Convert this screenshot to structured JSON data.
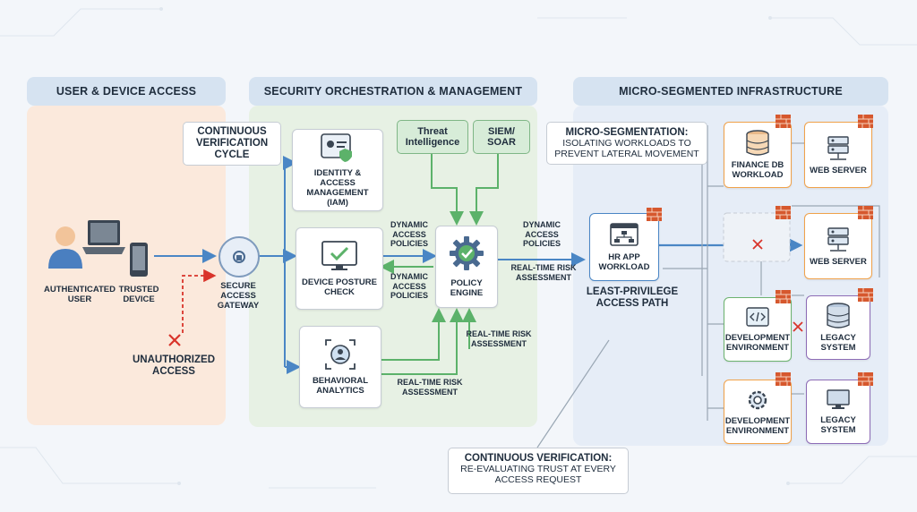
{
  "panels": {
    "user_access": "USER & DEVICE ACCESS",
    "orchestration": "SECURITY ORCHESTRATION & MANAGEMENT",
    "infrastructure": "MICRO-SEGMENTED INFRASTRUCTURE"
  },
  "user_side": {
    "authenticated_user": "AUTHENTICATED USER",
    "trusted_device": "TRUSTED DEVICE",
    "gateway": "SECURE ACCESS GATEWAY",
    "unauthorized": "UNAUTHORIZED ACCESS"
  },
  "notes": {
    "continuous_cycle": "CONTINUOUS VERIFICATION CYCLE",
    "micro_seg_title": "MICRO-SEGMENTATION:",
    "micro_seg_body": "ISOLATING WORKLOADS TO PREVENT LATERAL MOVEMENT",
    "cv_title": "CONTINUOUS VERIFICATION:",
    "cv_body": "RE-EVALUATING TRUST AT EVERY ACCESS REQUEST"
  },
  "orchestration": {
    "iam": "IDENTITY & ACCESS MANAGEMENT (IAM)",
    "posture": "DEVICE POSTURE CHECK",
    "behavioral": "BEHAVIORAL ANALYTICS",
    "policy_engine": "POLICY ENGINE",
    "threat_intel": "Threat Intelligence",
    "siem": "SIEM/ SOAR"
  },
  "flows": {
    "dyn_policies_out": "DYNAMIC ACCESS POLICIES",
    "dyn_policies_back": "DYNAMIC ACCESS POLICIES",
    "dyn_policies_right": "DYNAMIC ACCESS POLICIES",
    "rt_risk_right": "REAL-TIME RISK ASSESSMENT",
    "rt_risk_mid": "REAL-TIME RISK ASSESSMENT",
    "rt_risk_bottom": "REAL-TIME RISK ASSESSMENT"
  },
  "infra": {
    "hr_app": "HR APP WORKLOAD",
    "least_priv": "LEAST-PRIVILEGE ACCESS PATH",
    "finance_db": "FINANCE DB WORKLOAD",
    "web_server_1": "WEB SERVER",
    "web_server_2": "WEB SERVER",
    "dev_env_1": "DEVELOPMENT ENVIRONMENT",
    "dev_env_2": "DEVELOPMENT ENVIRONMENT",
    "legacy_1": "LEGACY SYSTEM",
    "legacy_2": "LEGACY SYSTEM"
  },
  "colors": {
    "panel_left": "#fbe9dc",
    "panel_mid": "#e7f1e4",
    "panel_right": "#e6edf7",
    "header": "#d6e3f1",
    "blue_flow": "#4a86c5",
    "green_flow": "#5cb26a",
    "red_flow": "#d9342b",
    "orange_border": "#f0a24a",
    "green_border": "#6cb36f",
    "purple_border": "#8d6cb6"
  }
}
